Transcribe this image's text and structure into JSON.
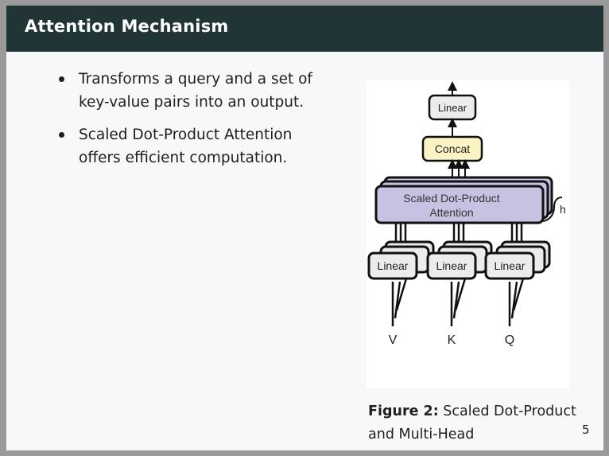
{
  "header": {
    "title": "Attention Mechanism"
  },
  "bullets": [
    "Transforms a query and a set of key-value pairs into an output.",
    "Scaled Dot-Product Attention offers efficient computation."
  ],
  "figure": {
    "top_linear": "Linear",
    "concat": "Concat",
    "attention_line1": "Scaled Dot-Product",
    "attention_line2": "Attention",
    "h_label": "h",
    "linear_v": "Linear",
    "linear_k": "Linear",
    "linear_q": "Linear",
    "input_v": "V",
    "input_k": "K",
    "input_q": "Q",
    "colors": {
      "attention": "#c7c1e2",
      "concat": "#fbf3c4",
      "linear": "#ececec"
    }
  },
  "caption": {
    "label": "Figure 2:",
    "text": "Scaled Dot-Product and Multi-Head"
  },
  "page_number": "5"
}
